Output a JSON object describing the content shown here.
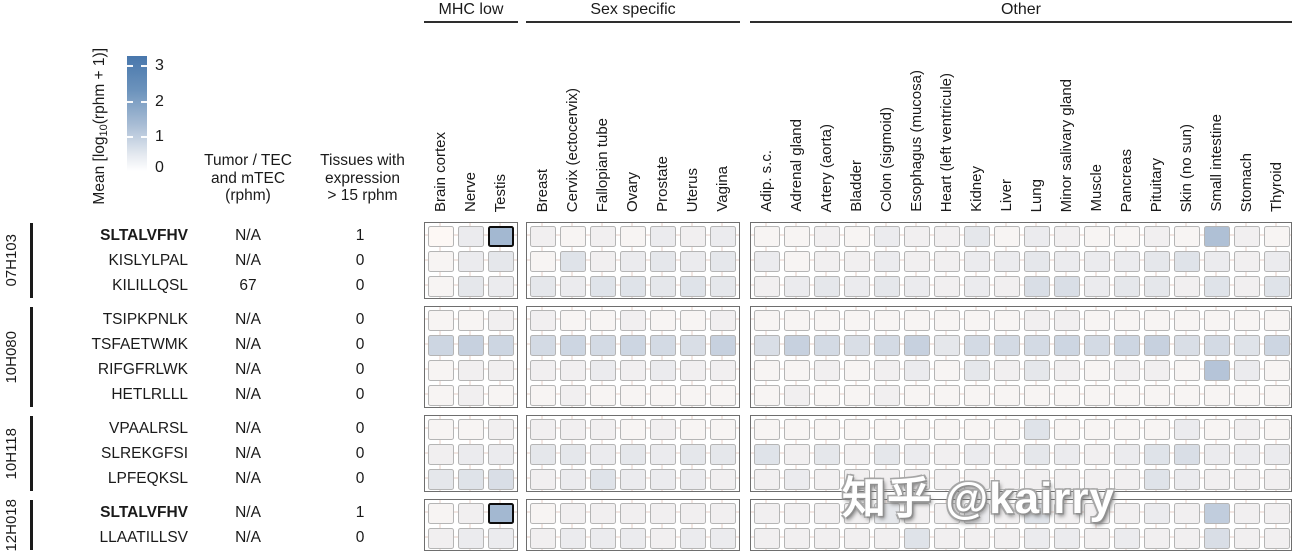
{
  "chart_data": {
    "type": "heatmap",
    "legend": {
      "label_prefix": "Mean [log",
      "label_sub": "10",
      "label_suffix": "(rphm + 1)]",
      "ticks": [
        "3",
        "2",
        "1",
        "0"
      ],
      "color_max": "#4877ac",
      "color_zero": "#fdf8f5",
      "value_range": [
        0,
        3
      ]
    },
    "col_headers": {
      "tumor": "Tumor / TEC\nand mTEC\n(rphm)",
      "tissues": "Tissues with\nexpression\n> 15 rphm"
    },
    "tissue_groups": [
      {
        "label": "MHC low",
        "tissues": [
          "Brain cortex",
          "Nerve",
          "Testis"
        ]
      },
      {
        "label": "Sex specific",
        "tissues": [
          "Breast",
          "Cervix (ectocervix)",
          "Fallopian tube",
          "Ovary",
          "Prostate",
          "Uterus",
          "Vagina"
        ]
      },
      {
        "label": "Other",
        "tissues": [
          "Adip. s.c.",
          "Adrenal gland",
          "Artery (aorta)",
          "Bladder",
          "Colon (sigmoid)",
          "Esophagus (mucosa)",
          "Heart (left ventricule)",
          "Kidney",
          "Liver",
          "Lung",
          "Minor salivary gland",
          "Muscle",
          "Pancreas",
          "Pituitary",
          "Skin (no sun)",
          "Small intestine",
          "Stomach",
          "Thyroid"
        ]
      }
    ],
    "row_groups": [
      {
        "id": "07H103",
        "rows": [
          {
            "peptide": "SLTALVFHV",
            "bold": true,
            "tumor": "N/A",
            "tissues_gt15": "1",
            "highlight": [
              2
            ],
            "values": [
              0.0,
              0.3,
              1.5,
              0.2,
              0.1,
              0.2,
              0.1,
              0.3,
              0.2,
              0.3,
              0.1,
              0.1,
              0.2,
              0.1,
              0.3,
              0.2,
              0.2,
              0.4,
              0.1,
              0.3,
              0.2,
              0.1,
              0.1,
              0.2,
              0.1,
              1.3,
              0.2,
              0.1
            ]
          },
          {
            "peptide": "KISLYLPAL",
            "bold": false,
            "tumor": "N/A",
            "tissues_gt15": "0",
            "highlight": [],
            "values": [
              0.1,
              0.3,
              0.4,
              0.1,
              0.5,
              0.2,
              0.3,
              0.4,
              0.3,
              0.4,
              0.3,
              0.1,
              0.2,
              0.2,
              0.3,
              0.2,
              0.2,
              0.3,
              0.3,
              0.4,
              0.3,
              0.3,
              0.3,
              0.4,
              0.5,
              0.3,
              0.2,
              0.3
            ]
          },
          {
            "peptide": "KILILLQSL",
            "bold": false,
            "tumor": "67",
            "tissues_gt15": "0",
            "highlight": [],
            "values": [
              0.1,
              0.4,
              0.3,
              0.4,
              0.3,
              0.5,
              0.5,
              0.4,
              0.5,
              0.4,
              0.2,
              0.3,
              0.4,
              0.3,
              0.4,
              0.3,
              0.2,
              0.3,
              0.2,
              0.6,
              0.6,
              0.3,
              0.4,
              0.4,
              0.2,
              0.5,
              0.2,
              0.5
            ]
          }
        ]
      },
      {
        "id": "10H080",
        "rows": [
          {
            "peptide": "TSIPKPNLK",
            "bold": false,
            "tumor": "N/A",
            "tissues_gt15": "0",
            "highlight": [],
            "values": [
              0.1,
              0.1,
              0.2,
              0.2,
              0.1,
              0.1,
              0.2,
              0.1,
              0.1,
              0.2,
              0.1,
              0.1,
              0.1,
              0.1,
              0.1,
              0.1,
              0.1,
              0.1,
              0.1,
              0.2,
              0.2,
              0.1,
              0.1,
              0.1,
              0.1,
              0.1,
              0.1,
              0.1
            ]
          },
          {
            "peptide": "TSFAETWMK",
            "bold": false,
            "tumor": "N/A",
            "tissues_gt15": "0",
            "highlight": [],
            "values": [
              0.8,
              0.9,
              0.8,
              0.7,
              0.8,
              0.7,
              0.8,
              0.7,
              0.6,
              0.9,
              0.6,
              0.9,
              0.7,
              0.6,
              0.7,
              0.9,
              0.4,
              0.7,
              0.7,
              0.7,
              0.8,
              0.7,
              0.8,
              0.9,
              0.6,
              0.7,
              0.5,
              0.8
            ]
          },
          {
            "peptide": "RIFGFRLWK",
            "bold": false,
            "tumor": "N/A",
            "tissues_gt15": "0",
            "highlight": [],
            "values": [
              0.1,
              0.2,
              0.2,
              0.2,
              0.2,
              0.3,
              0.2,
              0.3,
              0.2,
              0.2,
              0.1,
              0.1,
              0.2,
              0.1,
              0.2,
              0.3,
              0.1,
              0.4,
              0.2,
              0.4,
              0.2,
              0.1,
              0.2,
              0.2,
              0.1,
              1.2,
              0.3,
              0.1
            ]
          },
          {
            "peptide": "HETLRLLL",
            "bold": false,
            "tumor": "N/A",
            "tissues_gt15": "0",
            "highlight": [],
            "values": [
              0.1,
              0.2,
              0.1,
              0.1,
              0.2,
              0.1,
              0.1,
              0.1,
              0.1,
              0.1,
              0.1,
              0.2,
              0.1,
              0.1,
              0.2,
              0.1,
              0.1,
              0.1,
              0.1,
              0.1,
              0.1,
              0.1,
              0.1,
              0.1,
              0.1,
              0.1,
              0.1,
              0.1
            ]
          }
        ]
      },
      {
        "id": "10H118",
        "rows": [
          {
            "peptide": "VPAALRSL",
            "bold": false,
            "tumor": "N/A",
            "tissues_gt15": "0",
            "highlight": [],
            "values": [
              0.1,
              0.1,
              0.2,
              0.2,
              0.2,
              0.2,
              0.1,
              0.2,
              0.1,
              0.1,
              0.1,
              0.1,
              0.1,
              0.1,
              0.1,
              0.1,
              0.1,
              0.1,
              0.1,
              0.5,
              0.1,
              0.1,
              0.1,
              0.1,
              0.3,
              0.1,
              0.2,
              0.1
            ]
          },
          {
            "peptide": "SLREKGFSI",
            "bold": false,
            "tumor": "N/A",
            "tissues_gt15": "0",
            "highlight": [],
            "values": [
              0.2,
              0.3,
              0.3,
              0.4,
              0.4,
              0.3,
              0.4,
              0.3,
              0.4,
              0.4,
              0.5,
              0.2,
              0.4,
              0.2,
              0.4,
              0.3,
              0.2,
              0.3,
              0.2,
              0.4,
              0.3,
              0.2,
              0.3,
              0.5,
              0.6,
              0.3,
              0.3,
              0.3
            ]
          },
          {
            "peptide": "LPFEQKSL",
            "bold": false,
            "tumor": "N/A",
            "tissues_gt15": "0",
            "highlight": [],
            "values": [
              0.4,
              0.5,
              0.6,
              0.2,
              0.3,
              0.5,
              0.3,
              0.3,
              0.3,
              0.2,
              0.2,
              0.3,
              0.2,
              0.2,
              0.2,
              0.2,
              0.2,
              0.2,
              0.2,
              0.2,
              0.2,
              0.2,
              0.2,
              0.5,
              0.3,
              0.2,
              0.2,
              0.2
            ]
          }
        ]
      },
      {
        "id": "12H018",
        "rows": [
          {
            "peptide": "SLTALVFHV",
            "bold": true,
            "tumor": "N/A",
            "tissues_gt15": "1",
            "highlight": [
              2
            ],
            "values": [
              0.1,
              0.2,
              1.5,
              0.1,
              0.2,
              0.2,
              0.2,
              0.2,
              0.2,
              0.2,
              0.2,
              0.2,
              0.2,
              0.2,
              0.4,
              0.2,
              0.2,
              0.3,
              0.2,
              0.5,
              0.2,
              0.2,
              0.2,
              0.3,
              0.2,
              1.0,
              0.2,
              0.2
            ]
          },
          {
            "peptide": "LLAATILLSV",
            "bold": false,
            "tumor": "N/A",
            "tissues_gt15": "0",
            "highlight": [],
            "values": [
              0.2,
              0.3,
              0.3,
              0.2,
              0.3,
              0.3,
              0.3,
              0.2,
              0.3,
              0.3,
              0.2,
              0.2,
              0.2,
              0.2,
              0.2,
              0.5,
              0.2,
              0.2,
              0.2,
              0.3,
              0.3,
              0.2,
              0.3,
              0.2,
              0.2,
              0.6,
              0.2,
              0.2
            ]
          }
        ]
      }
    ]
  },
  "watermark": {
    "text": "知乎 @kairry"
  }
}
